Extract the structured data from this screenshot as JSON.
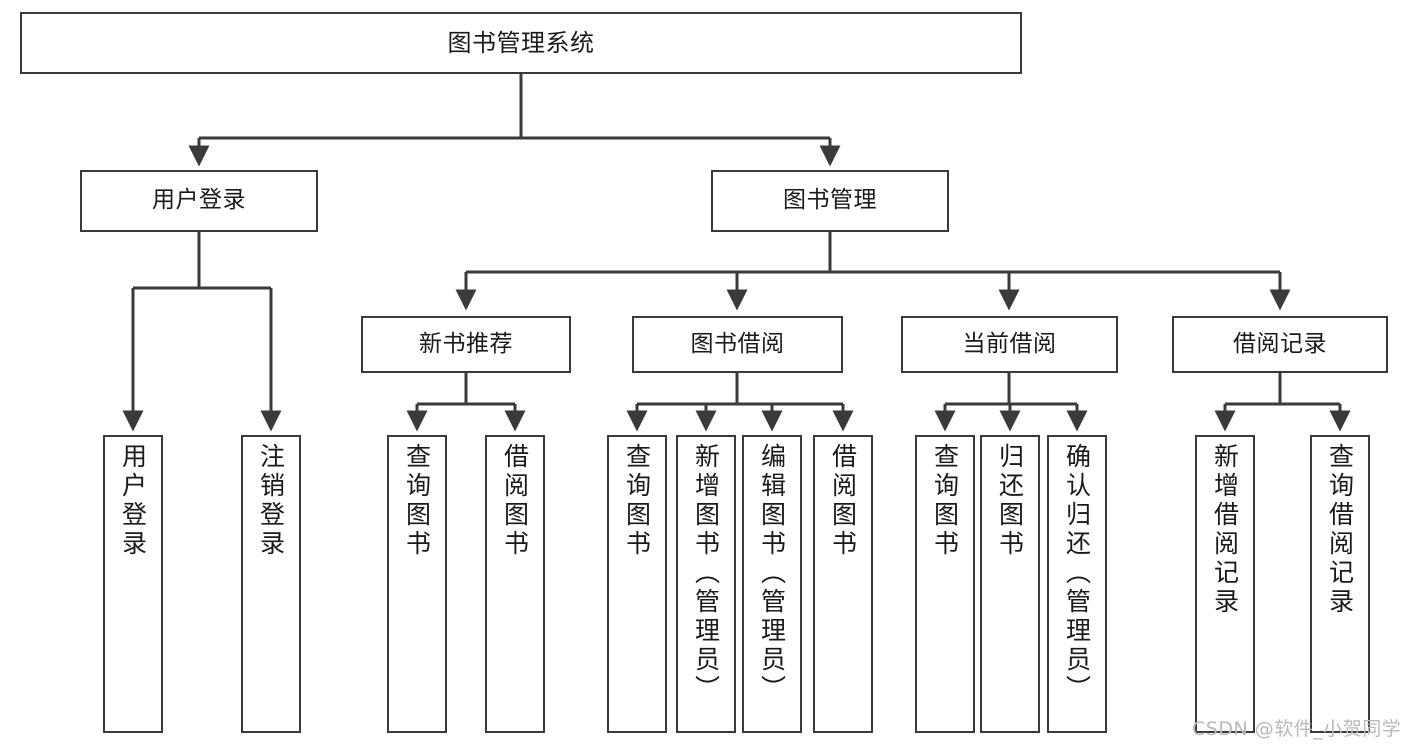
{
  "diagram": {
    "title": "图书管理系统",
    "type": "function-structure-tree",
    "orientation": "top-down",
    "style": {
      "box_border_color": "#3a3a3a",
      "box_fill_color": "#ffffff",
      "edge_color": "#3a3a3a",
      "background_color": "#ffffff",
      "text_color": "#1a1a1a"
    }
  },
  "nodes": {
    "root": {
      "label": "图书管理系统",
      "level": 1
    },
    "level2": [
      {
        "id": "user-login",
        "label": "用户登录"
      },
      {
        "id": "book-manage",
        "label": "图书管理"
      }
    ],
    "level3": [
      {
        "id": "new-book-recommend",
        "label": "新书推荐"
      },
      {
        "id": "book-borrow",
        "label": "图书借阅"
      },
      {
        "id": "current-borrow",
        "label": "当前借阅"
      },
      {
        "id": "borrow-record",
        "label": "借阅记录"
      }
    ],
    "leaves": {
      "user-login": [
        {
          "id": "leaf-user-login",
          "label": "用户登录"
        },
        {
          "id": "leaf-logout",
          "label": "注销登录"
        }
      ],
      "new-book-recommend": [
        {
          "id": "leaf-query-book-1",
          "label": "查询图书"
        },
        {
          "id": "leaf-borrow-book-1",
          "label": "借阅图书"
        }
      ],
      "book-borrow": [
        {
          "id": "leaf-query-book-2",
          "label": "查询图书"
        },
        {
          "id": "leaf-add-book",
          "label": "新增图书（管理员）"
        },
        {
          "id": "leaf-edit-book",
          "label": "编辑图书（管理员）"
        },
        {
          "id": "leaf-borrow-book-2",
          "label": "借阅图书"
        }
      ],
      "current-borrow": [
        {
          "id": "leaf-query-book-3",
          "label": "查询图书"
        },
        {
          "id": "leaf-return-book",
          "label": "归还图书"
        },
        {
          "id": "leaf-confirm-return",
          "label": "确认归还（管理员）"
        }
      ],
      "borrow-record": [
        {
          "id": "leaf-add-record",
          "label": "新增借阅记录"
        },
        {
          "id": "leaf-query-record",
          "label": "查询借阅记录"
        }
      ]
    }
  },
  "watermark": {
    "text": "CSDN @软件_小贺同学"
  }
}
